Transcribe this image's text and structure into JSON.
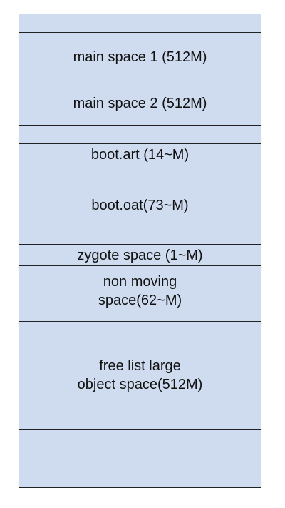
{
  "colors": {
    "region_fill": "#cfdcf0",
    "border": "#222222",
    "text": "#111111"
  },
  "regions": [
    {
      "label": ""
    },
    {
      "label": "main space 1 (512M)"
    },
    {
      "label": "main space 2 (512M)"
    },
    {
      "label": ""
    },
    {
      "label": "boot.art (14~M)"
    },
    {
      "label": "boot.oat(73~M)"
    },
    {
      "label": "zygote space (1~M)"
    },
    {
      "label": "non moving\nspace(62~M)"
    },
    {
      "label": "free list large\nobject space(512M)"
    },
    {
      "label": ""
    }
  ]
}
